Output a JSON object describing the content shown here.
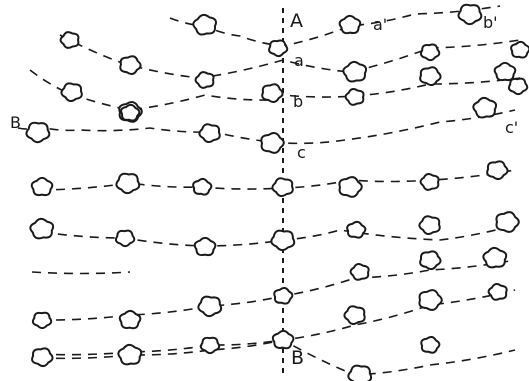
{
  "figure": {
    "labels": {
      "axis_top": "A",
      "axis_bottom": "B",
      "row_a": "a",
      "row_a_prime": "a'",
      "row_b": "b",
      "row_b_prime": "b'",
      "row_c": "c",
      "row_c_prime": "c'",
      "left_B": "B"
    },
    "ink_color": "#1a1a1a"
  }
}
